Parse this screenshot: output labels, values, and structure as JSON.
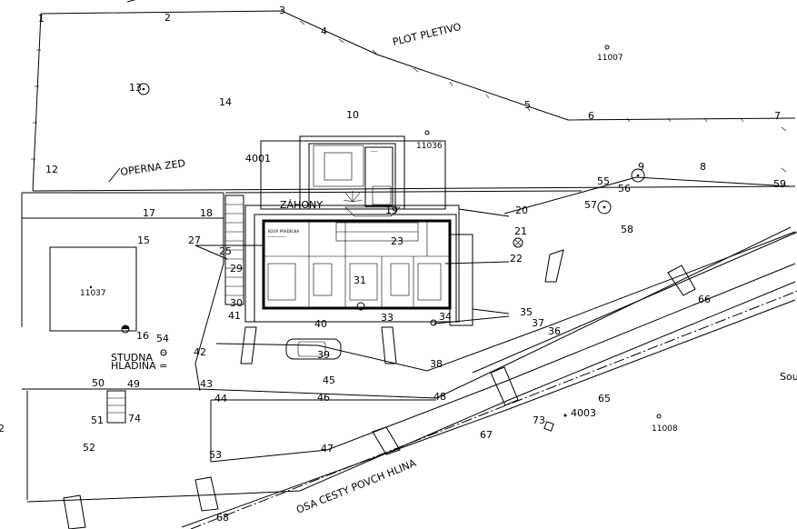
{
  "labels": {
    "plot_pletivo": "PLOT PLETIVO",
    "operna_zed": "OPERNA ZED",
    "zahony": "ZÁHONY",
    "studna": "STUDNA",
    "hladina": "HLADINA =",
    "osa_cesty": "OSA CESTY POVCH HLINA",
    "sou": "Sou",
    "p11007": "11007",
    "p11036": "11036",
    "p11037": "11037",
    "p11008": "11008",
    "p4001": "4001",
    "p4003": "4003"
  },
  "points": [
    "1",
    "2",
    "3",
    "4",
    "5",
    "6",
    "7",
    "8",
    "9",
    "10",
    "12",
    "13",
    "14",
    "15",
    "16",
    "17",
    "18",
    "19",
    "20",
    "21",
    "22",
    "23",
    "25",
    "27",
    "29",
    "30",
    "31",
    "33",
    "34",
    "35",
    "36",
    "37",
    "38",
    "39",
    "40",
    "41",
    "42",
    "43",
    "44",
    "45",
    "46",
    "47",
    "48",
    "49",
    "50",
    "51",
    "52",
    "53",
    "54",
    "55",
    "56",
    "57",
    "58",
    "59",
    "65",
    "66",
    "67",
    "68",
    "73",
    "74",
    "2"
  ],
  "colors": {
    "line": "#000000",
    "background": "#ffffff"
  }
}
